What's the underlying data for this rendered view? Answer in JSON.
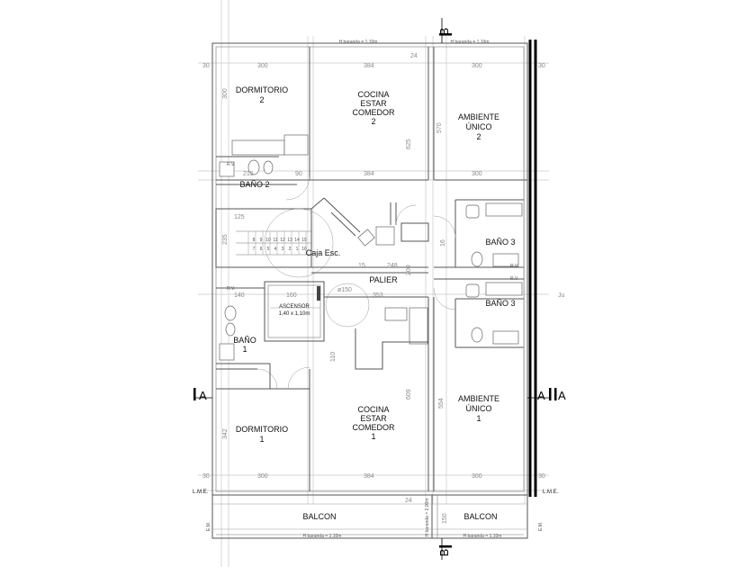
{
  "rooms": {
    "dormitorio2": [
      "DORMITORIO",
      "2"
    ],
    "cocina2": [
      "COCINA",
      "ESTAR",
      "COMEDOR",
      "2"
    ],
    "ambiente2": [
      "AMBIENTE",
      "ÚNICO",
      "2"
    ],
    "bano2": "BAÑO 2",
    "caja": "Caja Esc.",
    "bano3a": "BAÑO 3",
    "bano3b": "BAÑO 3",
    "palier": "PALIER",
    "ascensor": [
      "ASCENSOR",
      "1,40 x 1,10m"
    ],
    "bano1": [
      "BAÑO",
      "1"
    ],
    "dormitorio1": [
      "DORMITORIO",
      "1"
    ],
    "cocina1": [
      "COCINA",
      "ESTAR",
      "COMEDOR",
      "1"
    ],
    "ambiente1": [
      "AMBIENTE",
      "ÚNICO",
      "1"
    ],
    "balcon1": "BALCON",
    "balcon2": "BALCON"
  },
  "sections": {
    "a_left": "A",
    "a_right1": "A",
    "a_right2": "A",
    "b_top": "B",
    "b_bottom": "B"
  },
  "labels": {
    "lme_left": "L.M.E.",
    "lme_right": "L.M.E.",
    "em_left": "E.M.",
    "em_right": "E.M.",
    "rv1": "R.V.",
    "rv2": "R.V.",
    "rv3": "R.V.",
    "rv4": "R.V.",
    "baranda_top1": "H baranda = 1,10m",
    "baranda_top2": "H baranda = 1,10m",
    "baranda_bot1": "H baranda = 1,10m",
    "baranda_bot2": "H baranda = 1,10m",
    "baranda_vert": "H baranda = 2,00m",
    "stair_diam": "ø150",
    "ju": "Ju"
  },
  "stairs": {
    "top": [
      "8",
      "9",
      "10",
      "11",
      "12",
      "13",
      "14",
      "15"
    ],
    "bottom": [
      "7",
      "6",
      "5",
      "4",
      "3",
      "2",
      "1",
      "16"
    ]
  },
  "dims": {
    "d30_tl": "30",
    "d300_t": "300",
    "d384_t": "384",
    "d24_t": "24",
    "d300_tr": "300",
    "d30_tr": "30",
    "d300_v": "300",
    "d625": "625",
    "d570": "570",
    "d215": "215",
    "d90": "90",
    "d384_m": "384",
    "d300_m": "300",
    "d125": "125",
    "d235": "235",
    "d248": "248",
    "d15": "15",
    "d200": "200",
    "d16": "16",
    "d140": "140",
    "d160": "160",
    "d353": "353",
    "d110": "110",
    "d609": "609",
    "d554": "554",
    "d342": "342",
    "d30_bl": "30",
    "d300_b": "300",
    "d384_b": "384",
    "d300_br": "300",
    "d30_br": "30",
    "d24_b": "24",
    "d150": "150"
  }
}
